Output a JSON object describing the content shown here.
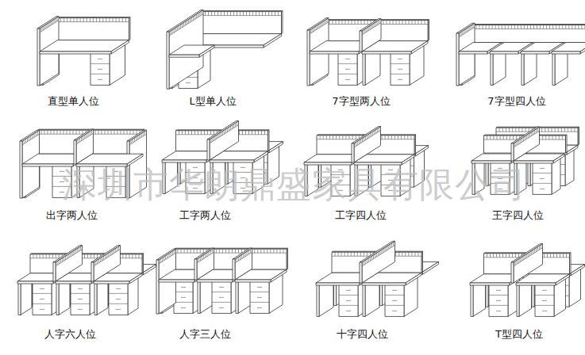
{
  "diagram": {
    "labels": [
      "直型单人位",
      "L型单人位",
      "7字型两人位",
      "7字型四人位",
      "出字两人位",
      "工字两人位",
      "工字四人位",
      "王字四人位",
      "人字六人位",
      "人字三人位",
      "十字四人位",
      "T型四人位",
      "深圳市华朗鼎盛家具有限公司"
    ]
  }
}
